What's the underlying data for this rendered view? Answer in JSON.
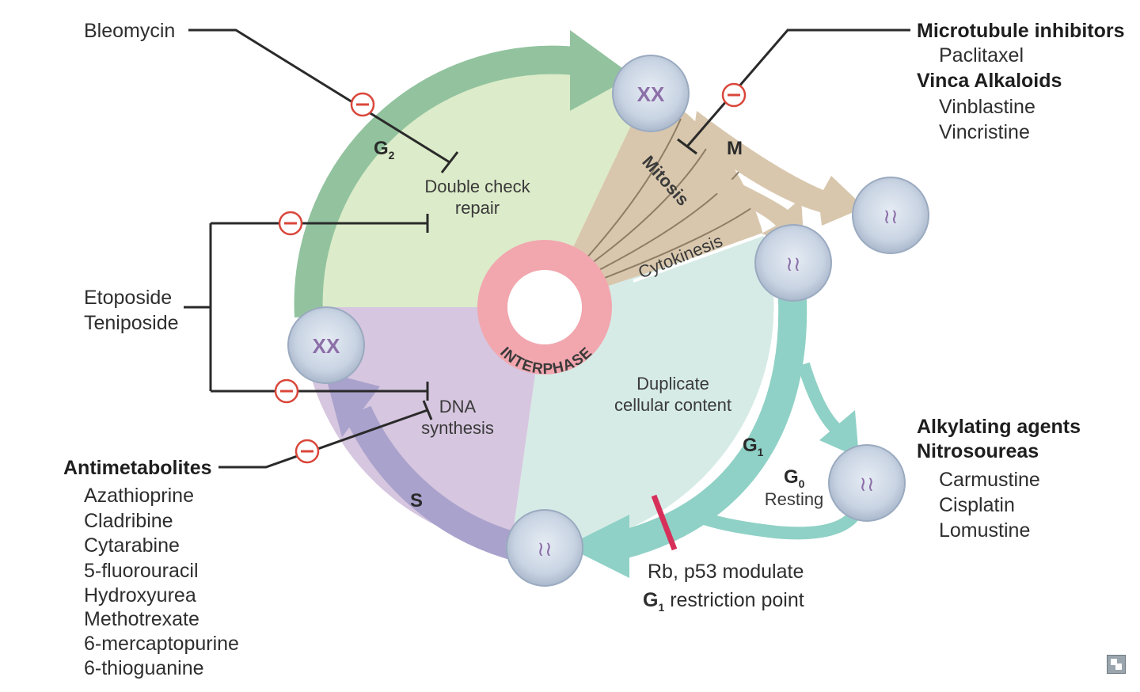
{
  "labels": {
    "interphase": "INTERPHASE",
    "double_check_1": "Double check",
    "double_check_2": "repair",
    "duplicate_1": "Duplicate",
    "duplicate_2": "cellular content",
    "dna_1": "DNA",
    "dna_2": "synthesis",
    "mitosis": "Mitosis",
    "cytokinesis": "Cytokinesis",
    "m": "M",
    "g2_main": "G",
    "g2_sub": "2",
    "g1_main": "G",
    "g1_sub": "1",
    "s": "S",
    "g0_main": "G",
    "g0_sub": "0",
    "resting": "Resting",
    "rb_line": "Rb, p53 modulate",
    "restriction_main": "G",
    "restriction_sub": "1",
    "restriction_rest": " restriction point"
  },
  "drugs": {
    "bleomycin": "Bleomycin",
    "microtubule_header": "Microtubule inhibitors",
    "paclitaxel": "Paclitaxel",
    "vinca_header": "Vinca Alkaloids",
    "vinblastine": "Vinblastine",
    "vincristine": "Vincristine",
    "etoposide": "Etoposide",
    "teniposide": "Teniposide",
    "antimetabolites_header": "Antimetabolites",
    "antimetabolites": [
      "Azathioprine",
      "Cladribine",
      "Cytarabine",
      "5-fluorouracil",
      "Hydroxyurea",
      "Methotrexate",
      "6-mercaptopurine",
      "6-thioguanine"
    ],
    "alkylating_header": "Alkylating agents",
    "nitrosoureas_header": "Nitrosoureas",
    "alkylating": [
      "Carmustine",
      "Cisplatin",
      "Lomustine"
    ]
  },
  "inhibitor_symbol": "−",
  "icons": {
    "expand": "expand-icon",
    "inhibitor": "minus-circle-icon"
  },
  "colors": {
    "g2_sector": "#dcebc9",
    "m_sector": "#d8c7ad",
    "g1_sector": "#d6ebe6",
    "s_sector": "#d6c6df",
    "g2_arrow": "#92c39e",
    "g1_arrow": "#8fd1c6",
    "s_arrow": "#a9a2cc",
    "interphase_ring": "#f2a6ae",
    "inhibitor": "#d9473a",
    "restriction": "#d6305a"
  }
}
